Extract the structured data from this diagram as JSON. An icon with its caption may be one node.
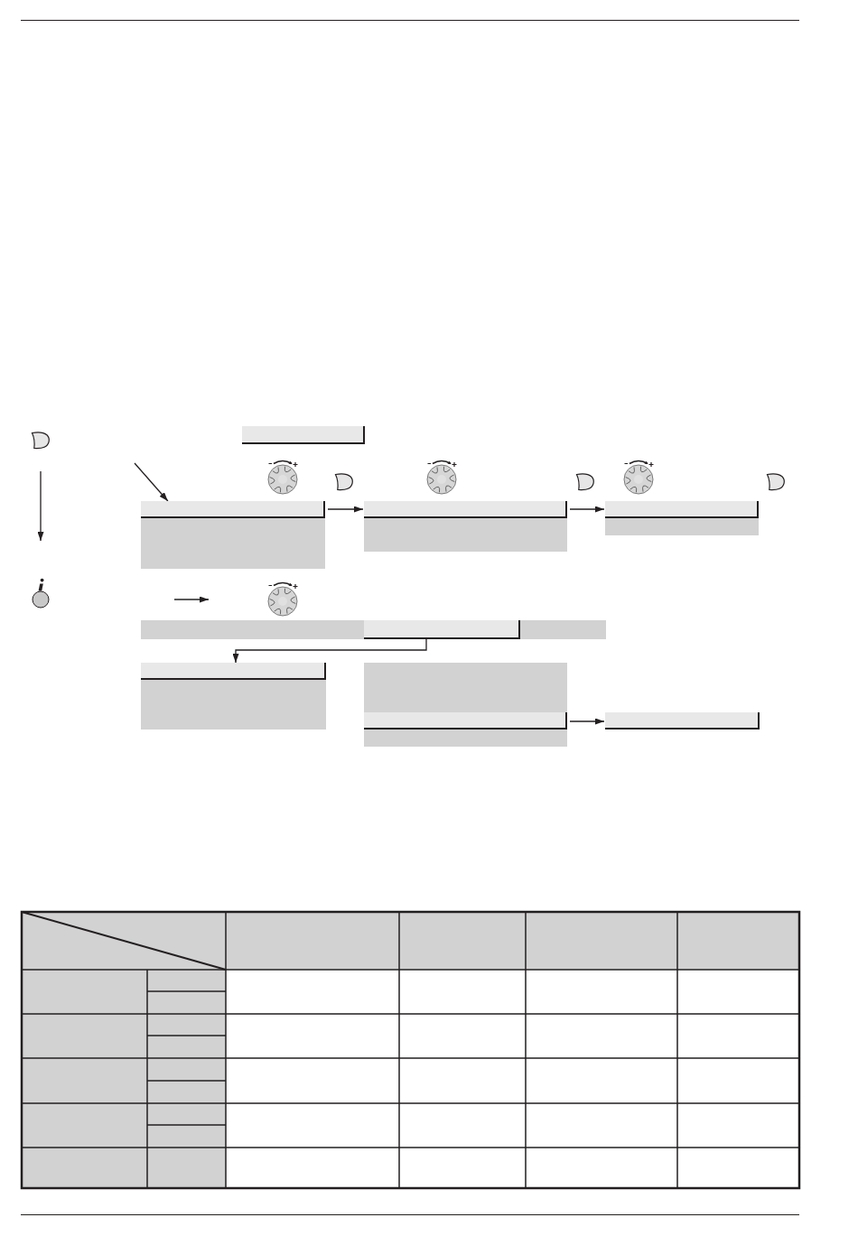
{
  "diagram": {
    "nodes": [
      {
        "text": [],
        "shape": "box"
      },
      {
        "text": [],
        "shape": "box"
      },
      {
        "text": [],
        "shape": "box"
      },
      {
        "text": [],
        "shape": "box"
      },
      {
        "text": [],
        "shape": "box"
      },
      {
        "text": [],
        "shape": "box"
      },
      {
        "text": [],
        "shape": "box"
      },
      {
        "text": [],
        "shape": "box"
      },
      {
        "text": [],
        "shape": "box"
      },
      {
        "text": [],
        "shape": "box"
      }
    ],
    "edges": [
      {
        "from": null,
        "to": 1,
        "arrow": "to"
      },
      {
        "from": 1,
        "to": 2,
        "arrow": "to"
      },
      {
        "from": 2,
        "to": 3,
        "arrow": "to"
      },
      {
        "from": 5,
        "to": 7,
        "arrow": "to"
      },
      {
        "from": 8,
        "to": 9,
        "arrow": "to"
      }
    ]
  }
}
